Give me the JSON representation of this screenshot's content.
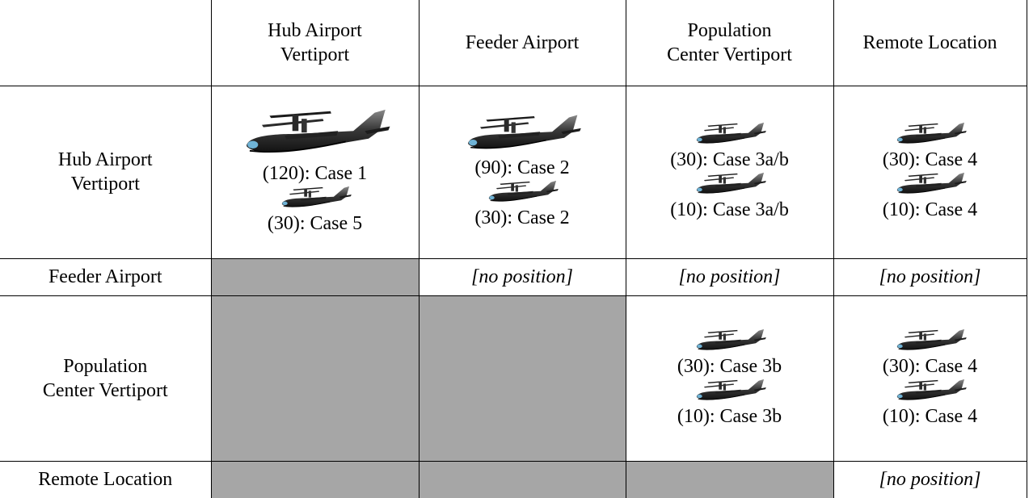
{
  "col_headers": [
    "",
    "Hub Airport\nVertiport",
    "Feeder Airport",
    "Population\nCenter Vertiport",
    "Remote Location"
  ],
  "header": {
    "c1_line1": "Hub Airport",
    "c1_line2": "Vertiport",
    "c2": "Feeder Airport",
    "c3_line1": "Population",
    "c3_line2": "Center Vertiport",
    "c4": "Remote Location"
  },
  "rows": {
    "hub": {
      "label_line1": "Hub Airport",
      "label_line2": "Vertiport",
      "hub_a": "(120): Case 1",
      "hub_b": "(30): Case 5",
      "feeder_a": "(90): Case 2",
      "feeder_b": "(30): Case 2",
      "pop_a": "(30): Case 3a/b",
      "pop_b": "(10): Case 3a/b",
      "remote_a": "(30): Case 4",
      "remote_b": "(10): Case 4"
    },
    "feeder": {
      "label": "Feeder Airport",
      "feeder": "[no position]",
      "pop": "[no position]",
      "remote": "[no position]"
    },
    "pop": {
      "label_line1": "Population",
      "label_line2": "Center Vertiport",
      "pop_a": "(30): Case 3b",
      "pop_b": "(10): Case 3b",
      "remote_a": "(30): Case 4",
      "remote_b": "(10): Case 4"
    },
    "remote": {
      "label": "Remote Location",
      "remote": "[no position]"
    }
  },
  "icons": {
    "large": "tiltrotor-aircraft-large-icon",
    "small": "tiltrotor-aircraft-small-icon"
  },
  "colors": {
    "unused_cell": "#a6a6a6",
    "grid_line": "#000000"
  }
}
